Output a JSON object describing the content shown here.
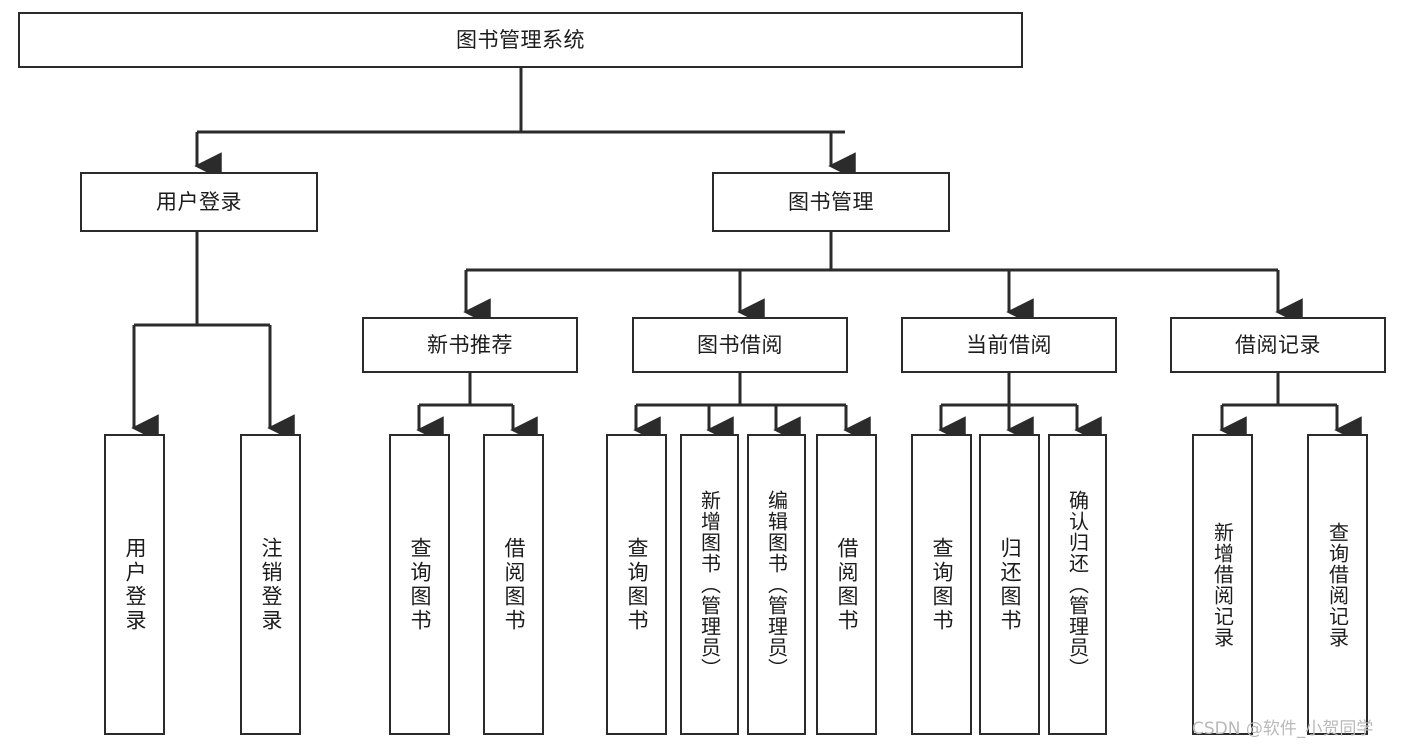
{
  "diagram": {
    "type": "tree-hierarchy-chart",
    "title": "图书管理系统",
    "orientation": "top-down",
    "colors": {
      "box_border": "#2b2b2b",
      "box_fill": "#ffffff",
      "connector": "#2b2b2b",
      "text": "#1c1c1c",
      "watermark": "#b9b9b9"
    },
    "root": {
      "id": "root",
      "label": "图书管理系统",
      "text_direction": "horizontal"
    },
    "level2": [
      {
        "id": "user-login",
        "label": "用户登录",
        "text_direction": "horizontal"
      },
      {
        "id": "book-management",
        "label": "图书管理",
        "text_direction": "horizontal"
      }
    ],
    "level3": [
      {
        "id": "new-book-recommend",
        "label": "新书推荐",
        "text_direction": "horizontal",
        "parent": "book-management"
      },
      {
        "id": "book-borrow",
        "label": "图书借阅",
        "text_direction": "horizontal",
        "parent": "book-management"
      },
      {
        "id": "current-borrow",
        "label": "当前借阅",
        "text_direction": "horizontal",
        "parent": "book-management"
      },
      {
        "id": "borrow-record",
        "label": "借阅记录",
        "text_direction": "horizontal",
        "parent": "book-management"
      }
    ],
    "leaves": [
      {
        "id": "leaf-user-login",
        "label": "用户登录",
        "parent": "user-login",
        "text_direction": "vertical"
      },
      {
        "id": "leaf-logout-login",
        "label": "注销登录",
        "parent": "user-login",
        "text_direction": "vertical"
      },
      {
        "id": "leaf-query-book-1",
        "label": "查询图书",
        "parent": "new-book-recommend",
        "text_direction": "vertical"
      },
      {
        "id": "leaf-borrow-book-1",
        "label": "借阅图书",
        "parent": "new-book-recommend",
        "text_direction": "vertical"
      },
      {
        "id": "leaf-query-book-2",
        "label": "查询图书",
        "parent": "book-borrow",
        "text_direction": "vertical"
      },
      {
        "id": "leaf-add-book",
        "label": "新增图书（管理员）",
        "parent": "book-borrow",
        "text_direction": "vertical"
      },
      {
        "id": "leaf-edit-book",
        "label": "编辑图书（管理员）",
        "parent": "book-borrow",
        "text_direction": "vertical"
      },
      {
        "id": "leaf-borrow-book-2",
        "label": "借阅图书",
        "parent": "book-borrow",
        "text_direction": "vertical"
      },
      {
        "id": "leaf-query-book-3",
        "label": "查询图书",
        "parent": "current-borrow",
        "text_direction": "vertical"
      },
      {
        "id": "leaf-return-book",
        "label": "归还图书",
        "parent": "current-borrow",
        "text_direction": "vertical"
      },
      {
        "id": "leaf-confirm-return",
        "label": "确认归还（管理员）",
        "parent": "current-borrow",
        "text_direction": "vertical"
      },
      {
        "id": "leaf-add-record",
        "label": "新增借阅记录",
        "parent": "borrow-record",
        "text_direction": "vertical"
      },
      {
        "id": "leaf-query-record",
        "label": "查询借阅记录",
        "parent": "borrow-record",
        "text_direction": "vertical"
      }
    ],
    "watermark": "CSDN @软件_小贺同学"
  }
}
